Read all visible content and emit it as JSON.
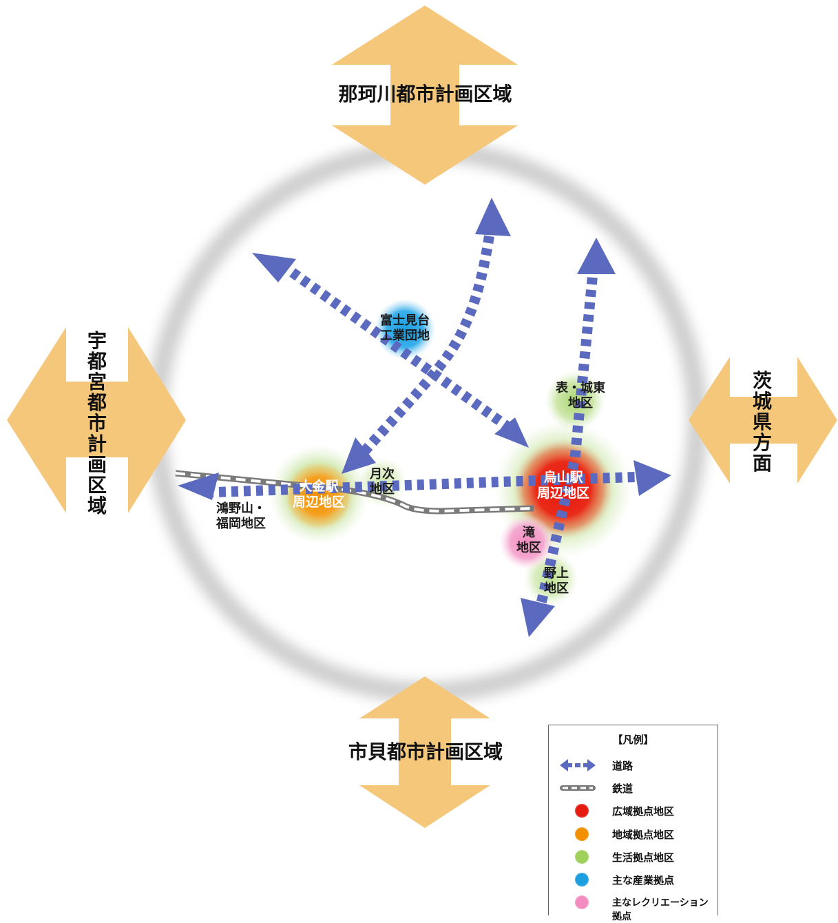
{
  "regions": {
    "north": "那珂川都市計画区域",
    "south": "市貝都市計画区域",
    "west": "宇都宮都市計画区域",
    "east": "茨城県方面"
  },
  "hubs": {
    "karasuyama": "烏山駅\n周辺地区",
    "ogane": "大金駅\n周辺地区",
    "fujimidai": "富士見台\n工業団地",
    "omote_joto": "表・城東\n地区",
    "tsukitsugi": "月次\n地区",
    "konoyama": "鴻野山・\n福岡地区",
    "taki": "滝\n地区",
    "nogami": "野上\n地区"
  },
  "legend": {
    "title": "【凡例】",
    "items": [
      {
        "label": "道路",
        "symbol": "road"
      },
      {
        "label": "鉄道",
        "symbol": "rail"
      },
      {
        "label": "広域拠点地区",
        "symbol": "dot",
        "color": "#e8261a"
      },
      {
        "label": "地域拠点地区",
        "symbol": "dot",
        "color": "#f39c12"
      },
      {
        "label": "生活拠点地区",
        "symbol": "dot",
        "color": "#a8d26a"
      },
      {
        "label": "主な産業拠点",
        "symbol": "dot",
        "color": "#29a8e0"
      },
      {
        "label": "主なレクリエーション拠点",
        "symbol": "dot",
        "color": "#f29ac4"
      }
    ]
  },
  "colors": {
    "region_arrow": "#f5c77a",
    "road": "#5b6abf",
    "ring": "#d0d0d0"
  }
}
